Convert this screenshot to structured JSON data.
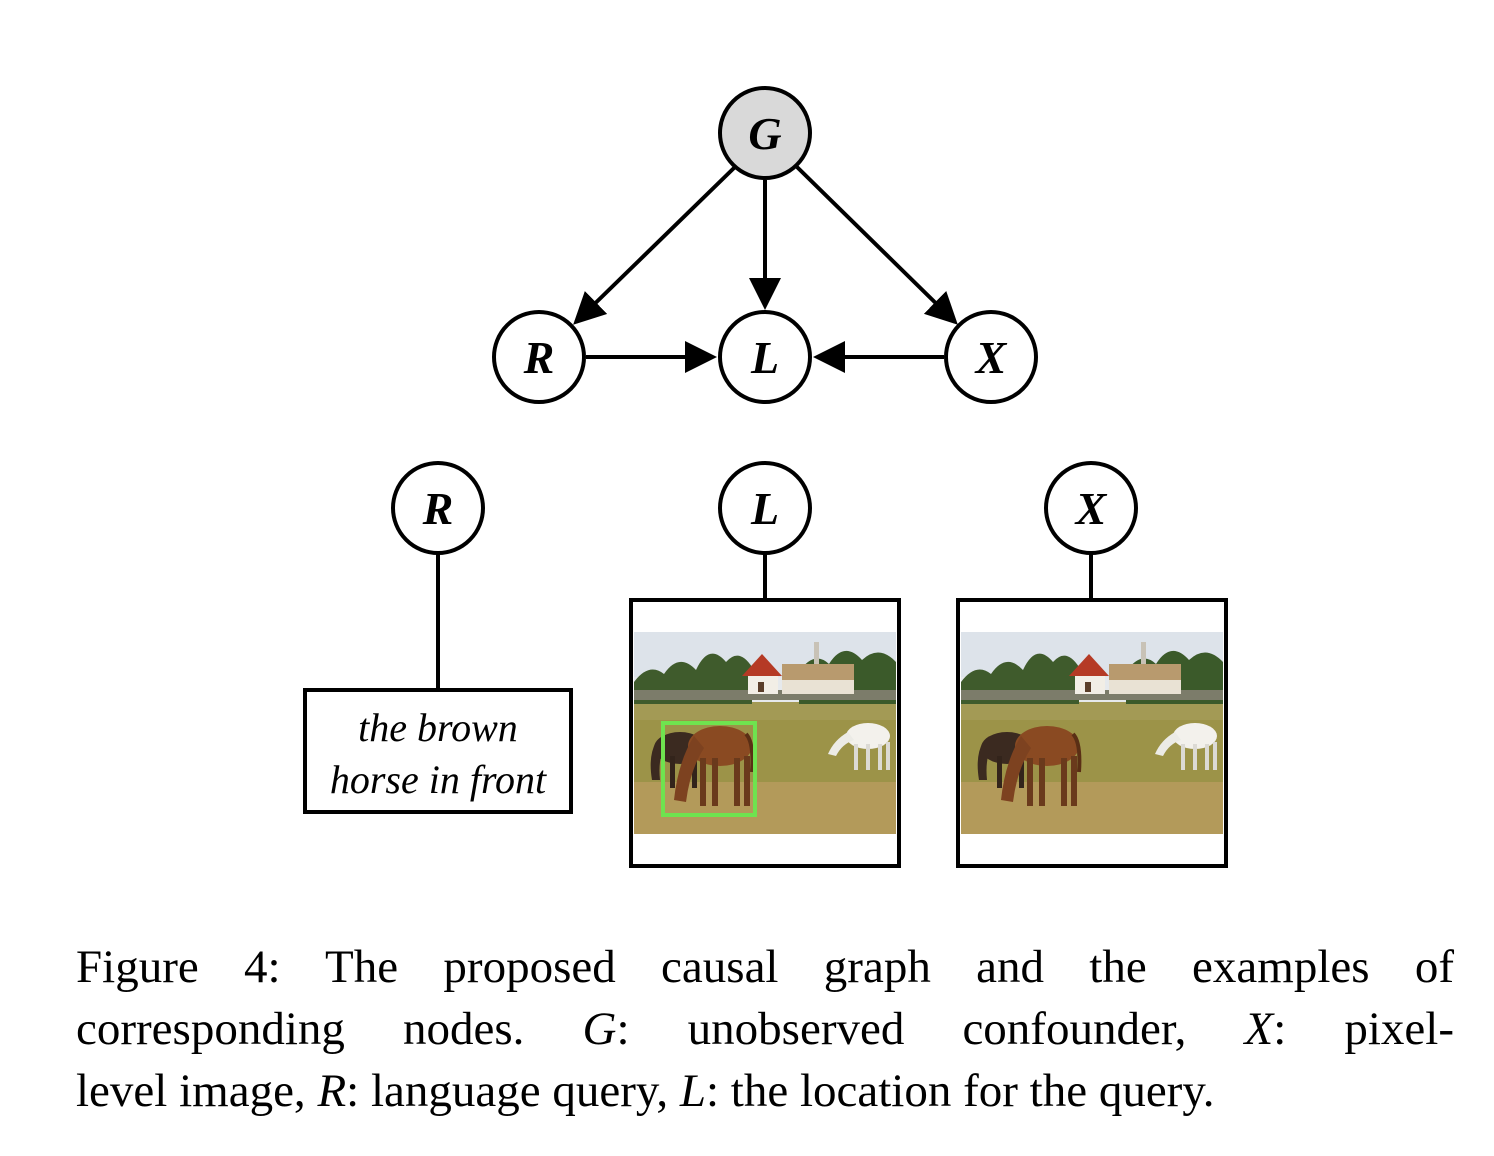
{
  "graph": {
    "nodes": {
      "G": {
        "label": "G",
        "fill": "#d9d9d9"
      },
      "R": {
        "label": "R",
        "fill": "#ffffff"
      },
      "L": {
        "label": "L",
        "fill": "#ffffff"
      },
      "X": {
        "label": "X",
        "fill": "#ffffff"
      }
    },
    "edges": [
      {
        "from": "G",
        "to": "R"
      },
      {
        "from": "G",
        "to": "L"
      },
      {
        "from": "G",
        "to": "X"
      },
      {
        "from": "R",
        "to": "L"
      },
      {
        "from": "X",
        "to": "L"
      }
    ]
  },
  "examples": {
    "R": {
      "label": "R",
      "query_line1": "the brown",
      "query_line2": "horse in front"
    },
    "L": {
      "label": "L",
      "box_color": "#6fe34f"
    },
    "X": {
      "label": "X"
    }
  },
  "caption": {
    "l1": "Figure 4: The proposed causal graph and the examples of",
    "l2a": "corresponding nodes. ",
    "v_g": "G",
    "l2b": ": unobserved confounder, ",
    "v_x": "X",
    "l2c": ": pixel-",
    "l3a": "level image, ",
    "v_r": "R",
    "l3b": ": language query, ",
    "v_l": "L",
    "l3c": ": the location for the query."
  }
}
